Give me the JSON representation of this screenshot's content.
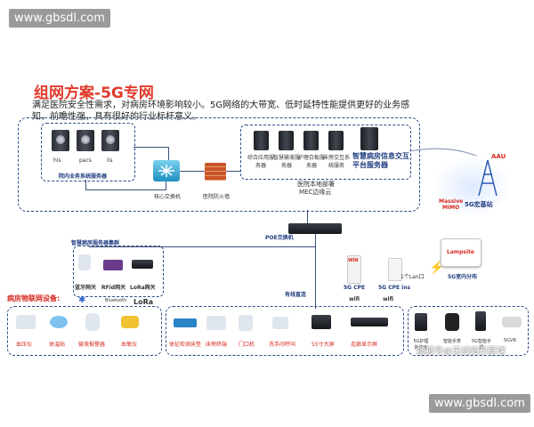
{
  "watermarks": {
    "top_url": "www.gbsdl.com",
    "bottom_url": "www.gbsdl.com",
    "overlay": "搜狐号@无线知识星球"
  },
  "title": {
    "prefix": "组网方案-",
    "accent": "5G",
    "suffix": "专网"
  },
  "intro": "满足医院安全性需求，对病房环境影响较小。5G网络的大带宽、低时延特性能提供更好的业务感知，前瞻性强，具有很好的行业标杆意义。",
  "servers_top": {
    "his": "his",
    "pacs": "pacs",
    "lis": "lis",
    "group_label": "院内业务系统服务器",
    "switch_label": "核心交换机",
    "firewall_label": "医院防火墙",
    "mec_items": [
      "综合应用服务器",
      "智慧输液服务器",
      "护理白板服务器",
      "床旁交互系统服务"
    ],
    "platform": "智慧病房信息交互平台服务器",
    "mec_label_1": "医院本地部署",
    "mec_label_2": "MEC边缘云"
  },
  "radio": {
    "aau": "AAU",
    "massive": "Massive\nMIMO",
    "macro": "5G宏基站",
    "lampsite": "Lampsite",
    "indoor": "5G室内分布"
  },
  "middle": {
    "poe": "POE交换机",
    "cluster": "智慧病房服务器集群",
    "gateways": [
      "蓝牙网关",
      "RFid网关",
      "LoRa网关"
    ],
    "lan": "1个Lan口",
    "cpe": "5G CPE",
    "cpe_ins": "5G CPE ins",
    "win": "WIN",
    "wifi": "wifi",
    "wired": "有线直连"
  },
  "iot": {
    "heading": "病房物联网设备:",
    "items": [
      "血压仪",
      "体温贴",
      "输液报警器",
      "血氧仪"
    ],
    "bt": "Bluetooth",
    "lora": "LoRa"
  },
  "terminals": {
    "items": [
      "体征检测床垫",
      "床旁终端",
      "门口机",
      "洗手间呼叫",
      "55寸大屏",
      "走廊显示屏"
    ]
  },
  "right_devices": {
    "items": [
      "5G护理执法仪",
      "智能手表",
      "5G智能手机",
      "5GVR"
    ]
  }
}
